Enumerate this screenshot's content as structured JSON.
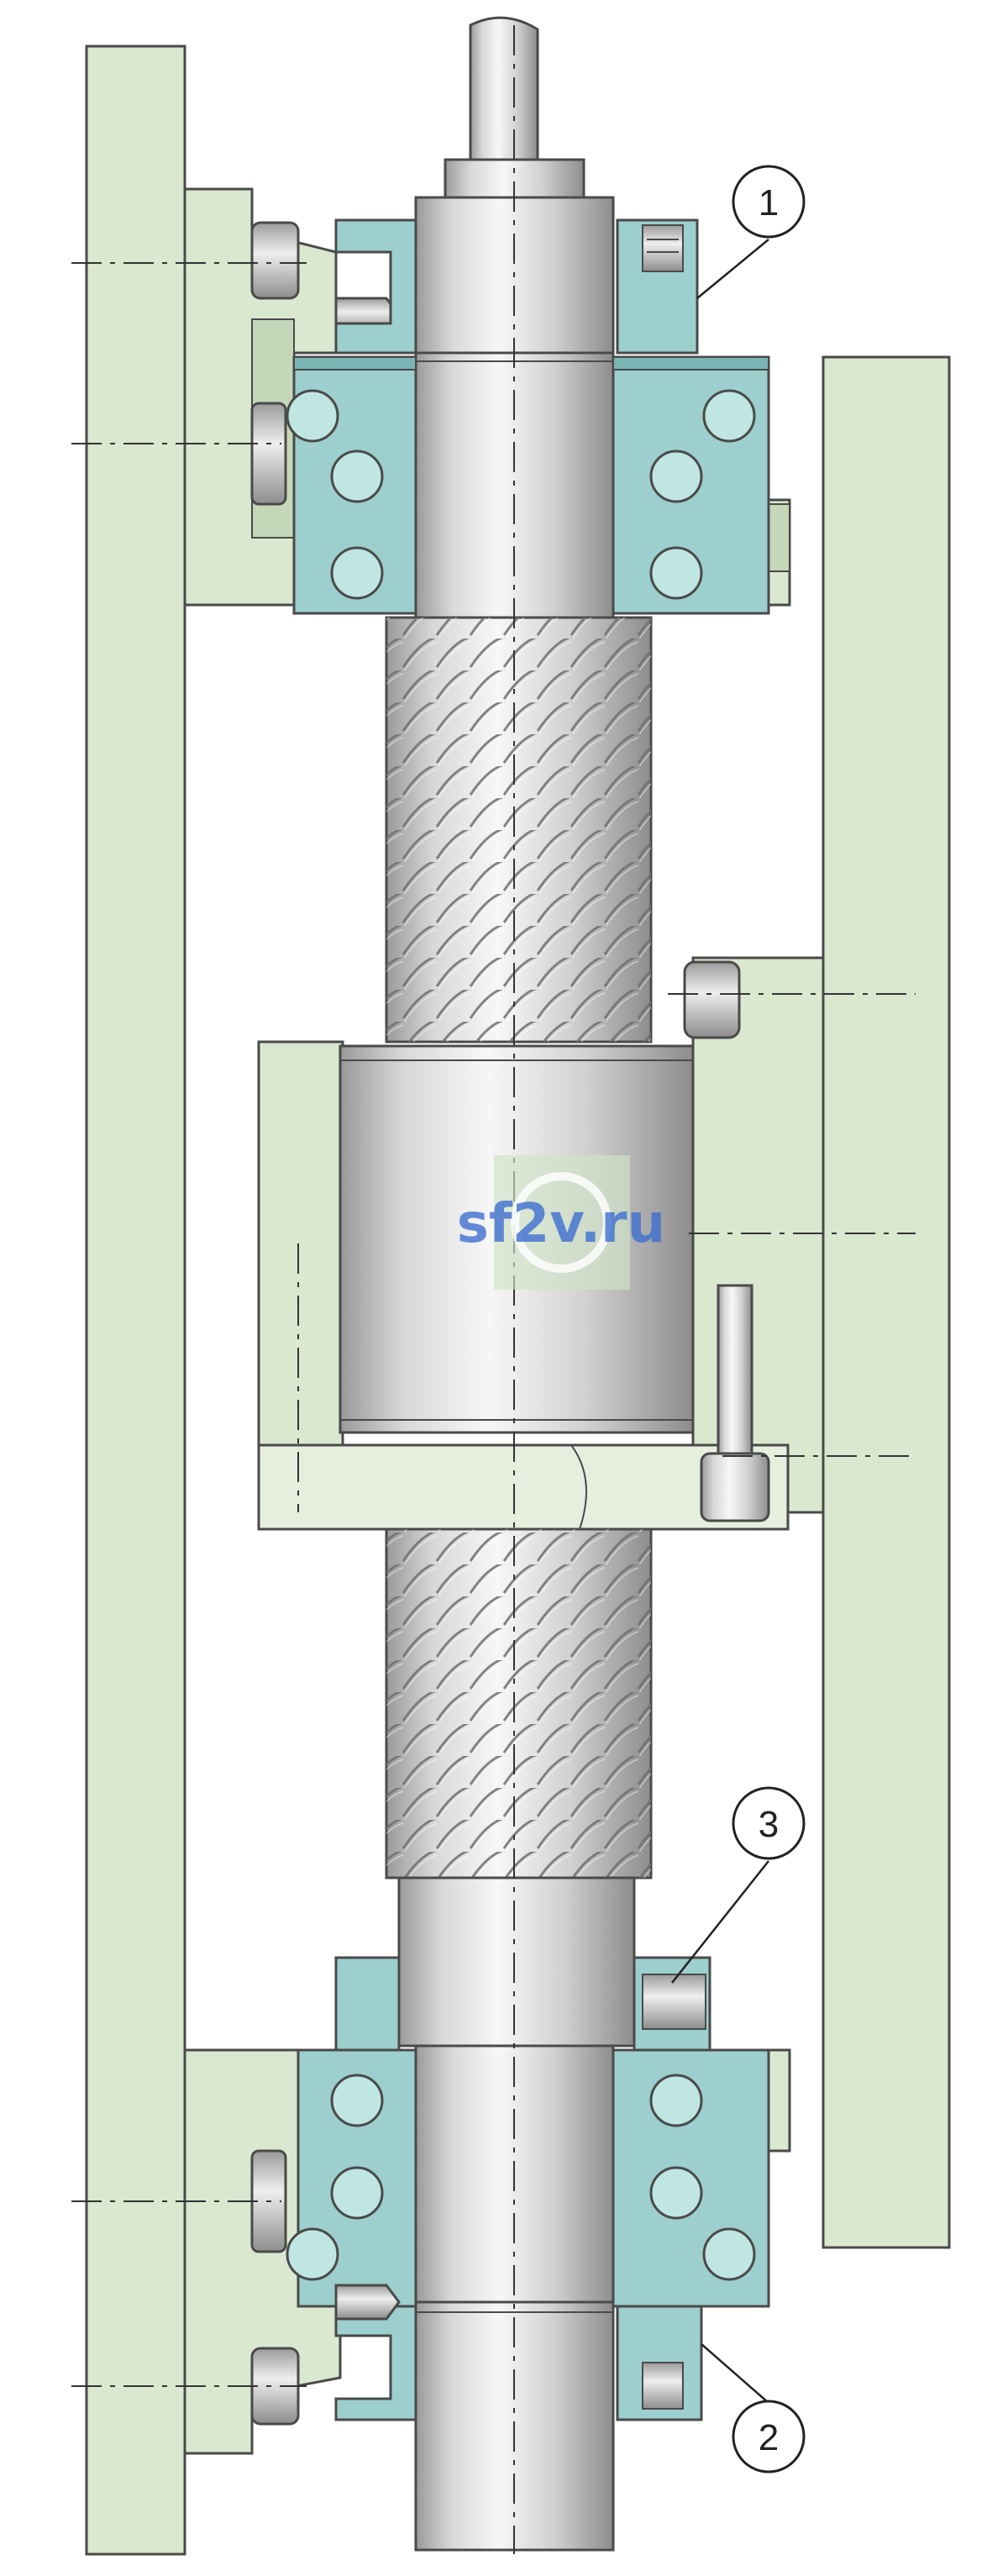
{
  "callouts": [
    {
      "label": "1"
    },
    {
      "label": "2"
    },
    {
      "label": "3"
    }
  ],
  "watermark": {
    "text": "sf2v.ru"
  },
  "colors": {
    "frame": "#d9e8cf",
    "frame_dark": "#c5d7b9",
    "bearing": "#9ccfcd",
    "bearing_dark": "#7bb5b4",
    "ball": "#bfe6e3",
    "outline": "#4a4a4a",
    "watermark": "#3f6fd1"
  }
}
